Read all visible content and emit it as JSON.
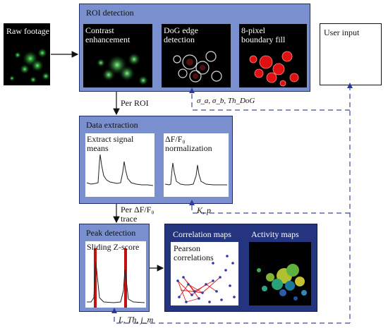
{
  "raw_footage": {
    "label": "Raw footage"
  },
  "roi_detection": {
    "title": "ROI detection",
    "steps": [
      "Contrast\nenhancement",
      "DoG edge\ndetection",
      "8-pixel\nboundary fill"
    ],
    "params": "σ_a, σ_b, Th_DoG"
  },
  "user_input": {
    "label": "User input"
  },
  "per_roi": "Per ROI",
  "data_extraction": {
    "title": "Data extraction",
    "steps": [
      "Extract signal\nmeans",
      "ΔF/F₀\nnormalization"
    ],
    "params": "K, p"
  },
  "per_trace": "Per ΔF/F₀\ntrace",
  "peak_detection": {
    "title": "Peak detection",
    "step": "Sliding Z-score",
    "params": "L, Th, j_m"
  },
  "correlation_maps": {
    "title": "Correlation maps",
    "inner": "Pearson\ncorrelations"
  },
  "activity_maps": {
    "title": "Activity maps"
  },
  "colors": {
    "panel": "#7a8fce",
    "panel_dark": "#24347e",
    "dash": "#3a4a9a",
    "roi_fill": "#e01010",
    "cell_green": "#2fbf3c"
  }
}
